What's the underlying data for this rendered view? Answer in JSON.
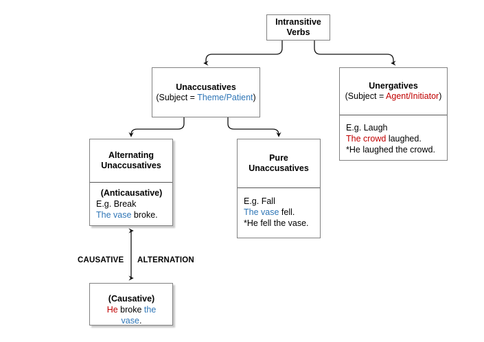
{
  "diagram": {
    "title": "Intransitive Verbs classification",
    "colors": {
      "blue": "#2e75b6",
      "red": "#c00000",
      "box_border": "#808080",
      "background": "#ffffff"
    }
  },
  "nodes": {
    "intransitive": {
      "line1": "Intransitive",
      "line2": "Verbs"
    },
    "unaccusatives": {
      "title": "Unaccusatives",
      "subtitle_prefix": "(Subject = ",
      "subtitle_role": "Theme/Patient",
      "subtitle_suffix": ")"
    },
    "unergatives": {
      "title": "Unergatives",
      "subtitle_prefix": "(Subject = ",
      "subtitle_role": "Agent/Initiator",
      "subtitle_suffix": ")",
      "example_label": "E.g. Laugh",
      "grammatical_subject": "The crowd",
      "grammatical_rest": " laughed.",
      "ungrammatical": "*He laughed the crowd."
    },
    "alternating": {
      "title_line1": "Alternating",
      "title_line2": "Unaccusatives",
      "type_label": "(Anticausative)",
      "example_label": "E.g. Break",
      "grammatical_subject": "The vase",
      "grammatical_rest": " broke."
    },
    "pure": {
      "title_line1": "Pure",
      "title_line2": "Unaccusatives",
      "example_label": "E.g. Fall",
      "grammatical_subject": "The vase",
      "grammatical_rest": " fell.",
      "ungrammatical": "*He fell the vase."
    },
    "causative": {
      "type_label": "(Causative)",
      "subject": "He",
      "verb": " broke ",
      "object": "the vase",
      "period": "."
    }
  },
  "labels": {
    "causative": "CAUSATIVE",
    "alternation": "ALTERNATION"
  }
}
